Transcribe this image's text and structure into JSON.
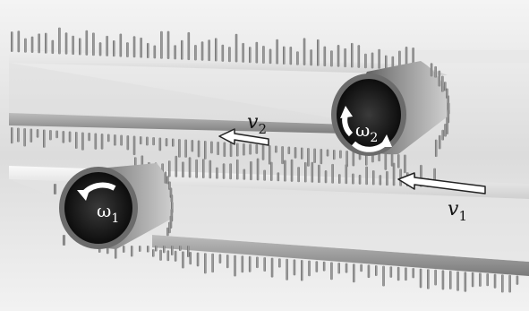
{
  "labels": {
    "v1": {
      "symbol": "v",
      "subscript": "1"
    },
    "v2": {
      "symbol": "v",
      "subscript": "2"
    },
    "omega1": {
      "symbol": "ω",
      "subscript": "1"
    },
    "omega2": {
      "symbol": "ω",
      "subscript": "2"
    }
  },
  "colors": {
    "belt_light": "#e8e8e8",
    "belt_dark": "#9a9a9a",
    "roller_outer": "#6e6e6e",
    "roller_inner": "#1c1c1c",
    "spike": "#8a8a8a",
    "arrow_fill": "#ffffff",
    "arrow_stroke": "#222222"
  }
}
